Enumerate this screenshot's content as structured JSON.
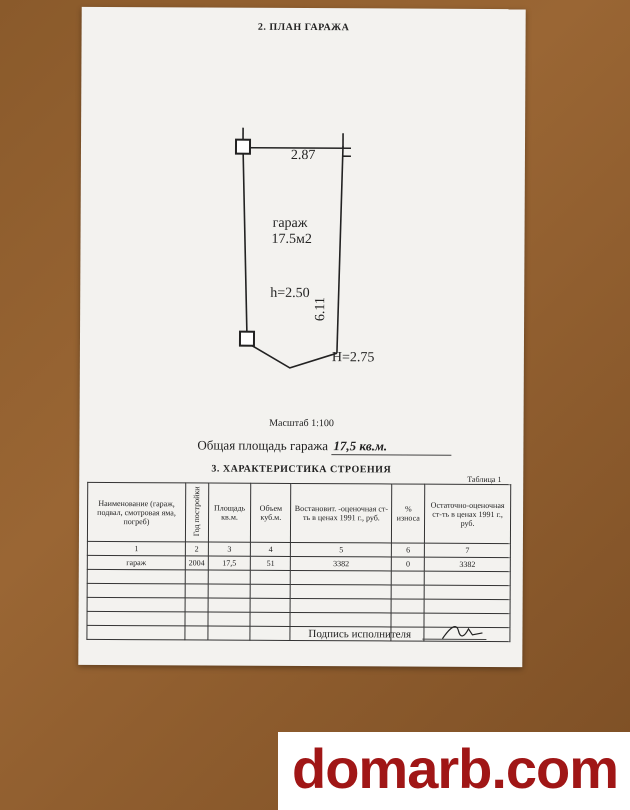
{
  "section_2_title": "2. ПЛАН ГАРАЖА",
  "plan": {
    "width_dim": "2.87",
    "room_name": "гараж",
    "room_area": "17.5м2",
    "inner_height": "h=2.50",
    "length_dim": "6.11",
    "outer_height": "H=2.75"
  },
  "scale_text": "Масштаб 1:100",
  "total_area_label": "Общая площадь гаража",
  "total_area_value": "17,5 кв.м.",
  "section_3_title": "3. ХАРАКТЕРИСТИКА СТРОЕНИЯ",
  "table_caption": "Таблица 1",
  "table": {
    "headers": [
      "Наименование (гараж, подвал, смотровая яма, погреб)",
      "Год постройки",
      "Площадь кв.м.",
      "Объем куб.м.",
      "Востановит. -оценочная ст-ть в ценах 1991 г., руб.",
      "% износа",
      "Остаточно-оценочная ст-ть в ценах 1991 г., руб."
    ],
    "column_numbers": [
      "1",
      "2",
      "3",
      "4",
      "5",
      "6",
      "7"
    ],
    "rows": [
      [
        "гараж",
        "2004",
        "17,5",
        "51",
        "3382",
        "0",
        "3382"
      ]
    ]
  },
  "signature_label": "Подпись исполнителя",
  "watermark": "domarb.com",
  "colors": {
    "watermark": "#a01616",
    "paper": "#f3f2ef"
  }
}
